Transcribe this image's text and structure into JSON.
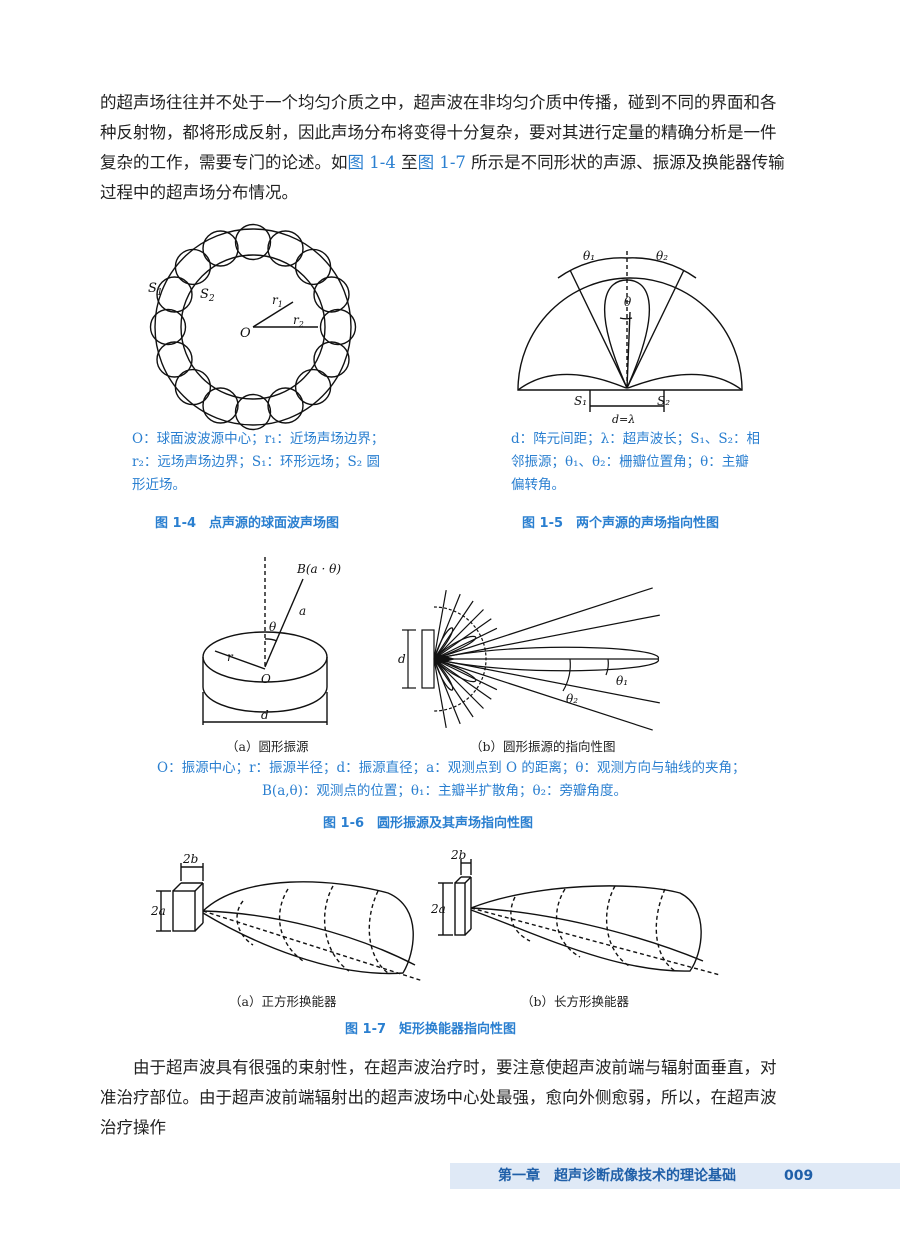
{
  "intro": {
    "part1": "的超声场往往并不处于一个均匀介质之中，超声波在非均匀介质中传播，碰到不同的界面和各种反射物，都将形成反射，因此声场分布将变得十分复杂，要对其进行定量的精确分析是一件复杂的工作，需要专门的论述。如",
    "ref_a": "图 1-4",
    "part2": " 至",
    "ref_b": "图 1-7",
    "part3": " 所示是不同形状的声源、振源及换能器传输过程中的超声场分布情况。"
  },
  "fig14": {
    "labels": {
      "s1": "S",
      "s1_sub": "1",
      "s2": "S",
      "s2_sub": "2",
      "o": "O",
      "r1": "r",
      "r1_sub": "1",
      "r2": "r",
      "r2_sub": "2"
    },
    "legend": "O：球面波波源中心；r₁：近场声场边界；r₂：远场声场边界；S₁：环形远场；S₂ 圆形近场。",
    "caption": "图 1-4　点声源的球面波声场图"
  },
  "fig15": {
    "labels": {
      "theta1": "θ₁",
      "theta2": "θ₂",
      "theta": "θ",
      "s1": "S₁",
      "s2": "S₂",
      "d": "d=λ"
    },
    "legend": "d：阵元间距；λ：超声波长；S₁、S₂：相邻振源；θ₁、θ₂：栅瓣位置角；θ：主瓣偏转角。",
    "caption": "图 1-5　两个声源的声场指向性图"
  },
  "fig16": {
    "labels_a": {
      "b": "B(a · θ)",
      "a": "a",
      "theta": "θ",
      "r": "r",
      "o": "O",
      "d": "d"
    },
    "labels_b": {
      "d": "d",
      "theta1": "θ₁",
      "theta2": "θ₂"
    },
    "sub_a": "（a）圆形振源",
    "sub_b": "（b）圆形振源的指向性图",
    "legend_line1": "O：振源中心；r：振源半径；d：振源直径；a：观测点到 O 的距离；θ：观测方向与轴线的夹角；",
    "legend_line2": "B(a,θ)：观测点的位置；θ₁：主瓣半扩散角；θ₂：旁瓣角度。",
    "caption": "图 1-6　圆形振源及其声场指向性图"
  },
  "fig17": {
    "labels": {
      "two_b": "2b",
      "two_a": "2a"
    },
    "sub_a": "（a）正方形换能器",
    "sub_b": "（b）长方形换能器",
    "caption": "图 1-7　矩形换能器指向性图"
  },
  "body2": {
    "text": "由于超声波具有很强的束射性，在超声波治疗时，要注意使超声波前端与辐射面垂直，对准治疗部位。由于超声波前端辐射出的超声波场中心处最强，愈向外侧愈弱，所以，在超声波治疗操作"
  },
  "footer": {
    "chapter": "第一章　超声诊断成像技术的理论基础",
    "page": "009"
  },
  "colors": {
    "accent": "#2a7fd0",
    "footer_bg": "#dfe9f6",
    "footer_text": "#1f5fa8"
  }
}
